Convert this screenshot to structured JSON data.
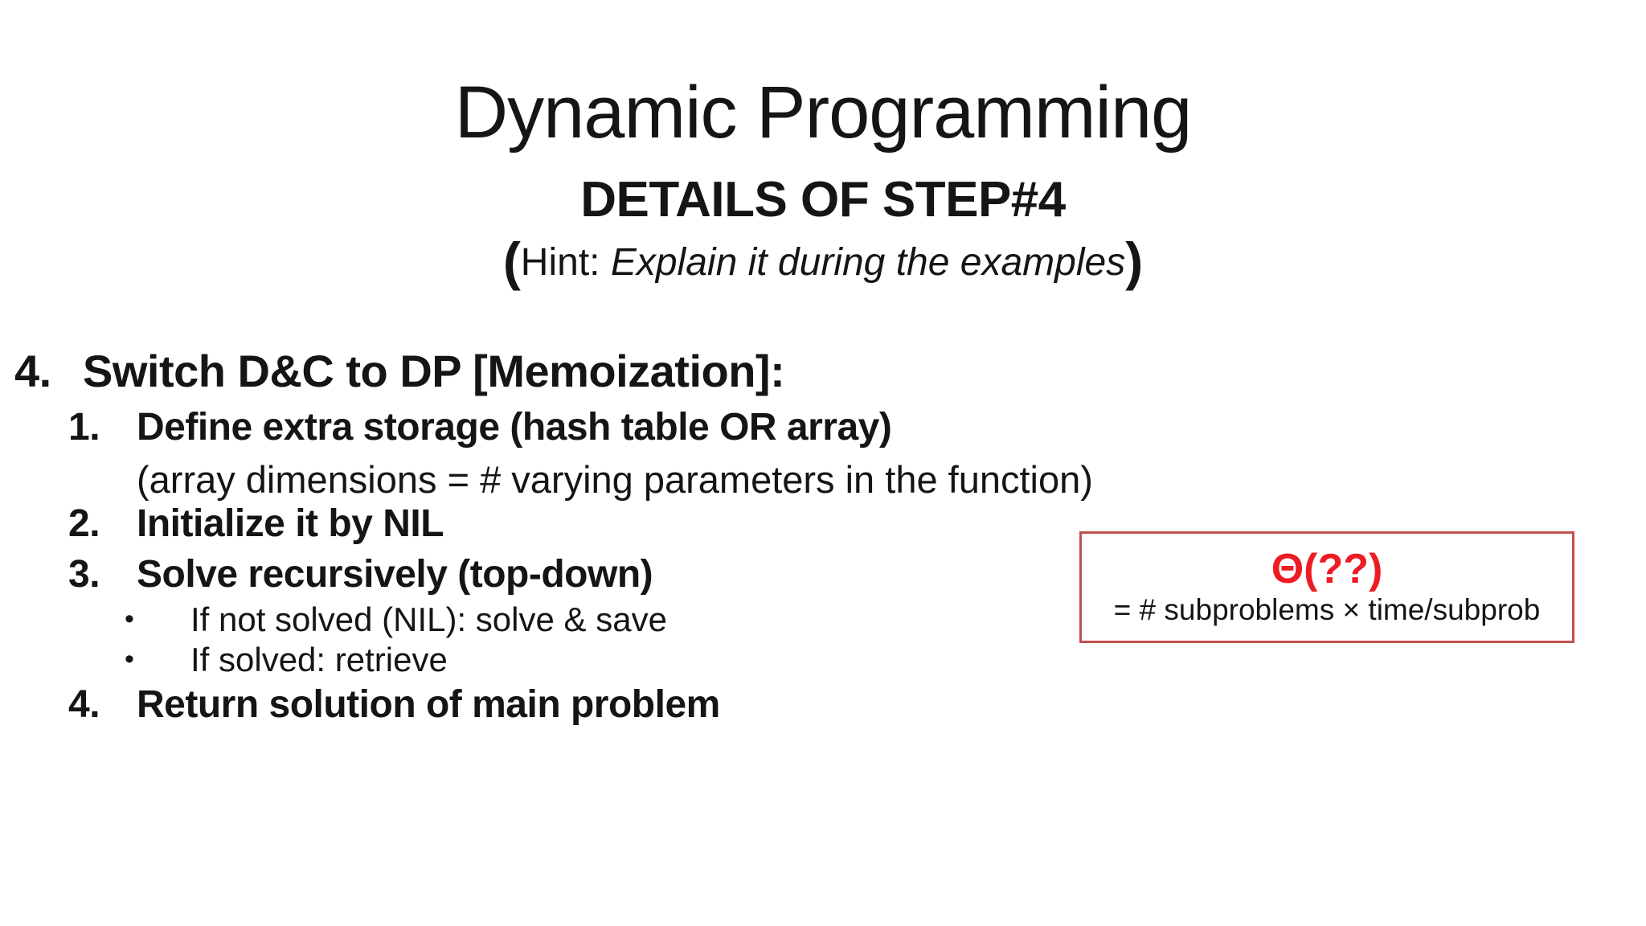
{
  "header": {
    "title": "Dynamic Programming",
    "subtitle": "DETAILS OF STEP#4",
    "hint": {
      "open": "(",
      "label": "Hint: ",
      "italic": "Explain it during the examples",
      "close": ")"
    }
  },
  "outline": {
    "main": {
      "number": "4.",
      "text": "Switch D&C to DP [Memoization]:"
    },
    "steps": [
      {
        "number": "1.",
        "text": "Define extra storage (hash table OR array)",
        "note": "(array dimensions = # varying parameters in the function)"
      },
      {
        "number": "2.",
        "text": "Initialize it by NIL"
      },
      {
        "number": "3.",
        "text": "Solve recursively (top-down)"
      },
      {
        "number": "4.",
        "text": "Return solution of main problem"
      }
    ],
    "bullet_char": "•",
    "bullets": [
      "If not solved (NIL): solve & save",
      "If solved: retrieve"
    ]
  },
  "complexity_box": {
    "formula": "Θ(??)",
    "detail": "= # subproblems × time/subprob",
    "border_color": "#c0504d",
    "formula_color": "#ed1c24",
    "detail_color": "#151515"
  }
}
